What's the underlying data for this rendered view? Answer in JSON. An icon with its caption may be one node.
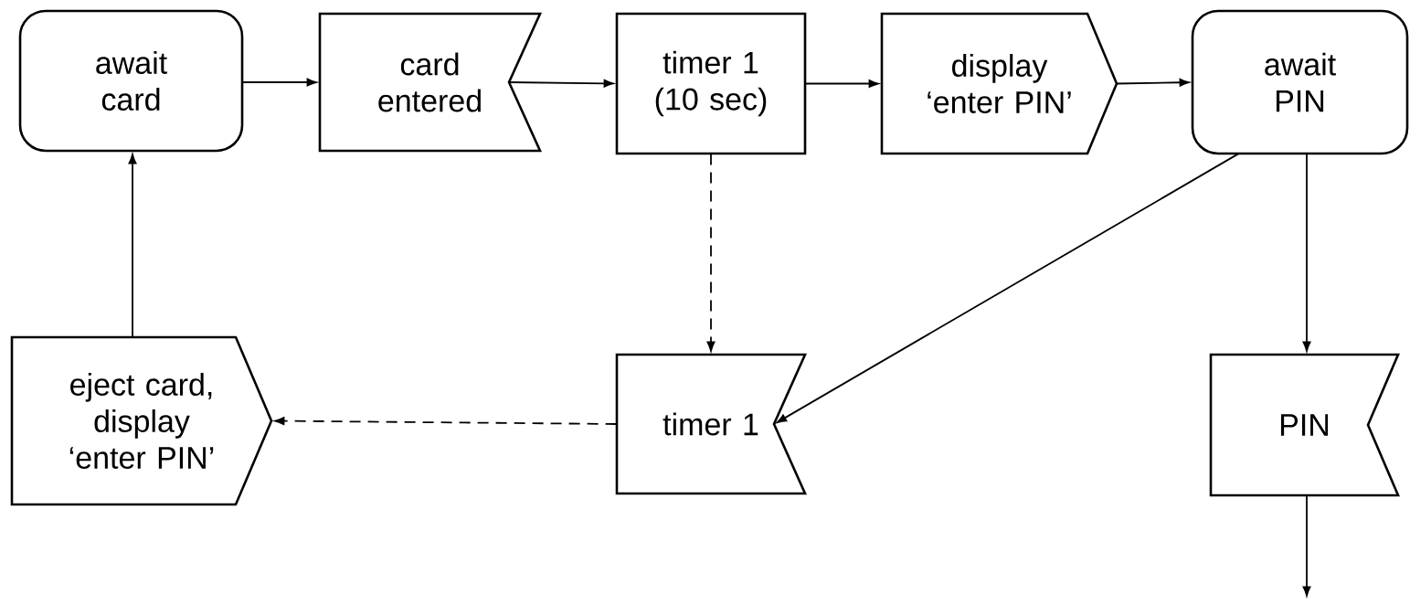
{
  "diagram": {
    "nodes": [
      {
        "text": [
          "await card"
        ]
      },
      {
        "text": [
          "card entered"
        ]
      },
      {
        "text": [
          "timer 1 (10 sec)"
        ]
      },
      {
        "text": [
          "display ‘enter PIN’"
        ]
      },
      {
        "text": [
          "await PIN"
        ]
      },
      {
        "text": [
          "eject card, display ‘enter PIN’"
        ]
      },
      {
        "text": [
          "timer 1"
        ]
      },
      {
        "text": [
          "PIN"
        ]
      }
    ],
    "edges": [
      {
        "from": 0,
        "to": 1,
        "arrow": "to"
      },
      {
        "from": 1,
        "to": 2,
        "arrow": "to"
      },
      {
        "from": 2,
        "to": 3,
        "arrow": "to"
      },
      {
        "from": 3,
        "to": 4,
        "arrow": "to"
      },
      {
        "from": 4,
        "to": 7,
        "arrow": "to"
      },
      {
        "from": 4,
        "to": 6,
        "arrow": "to"
      },
      {
        "from": 2,
        "to": 6,
        "arrow": "to",
        "style": "dashed"
      },
      {
        "from": 6,
        "to": 5,
        "arrow": "to",
        "style": "dashed"
      },
      {
        "from": 5,
        "to": 0,
        "arrow": "to"
      },
      {
        "from": 7,
        "to": null,
        "arrow": "to"
      }
    ]
  }
}
